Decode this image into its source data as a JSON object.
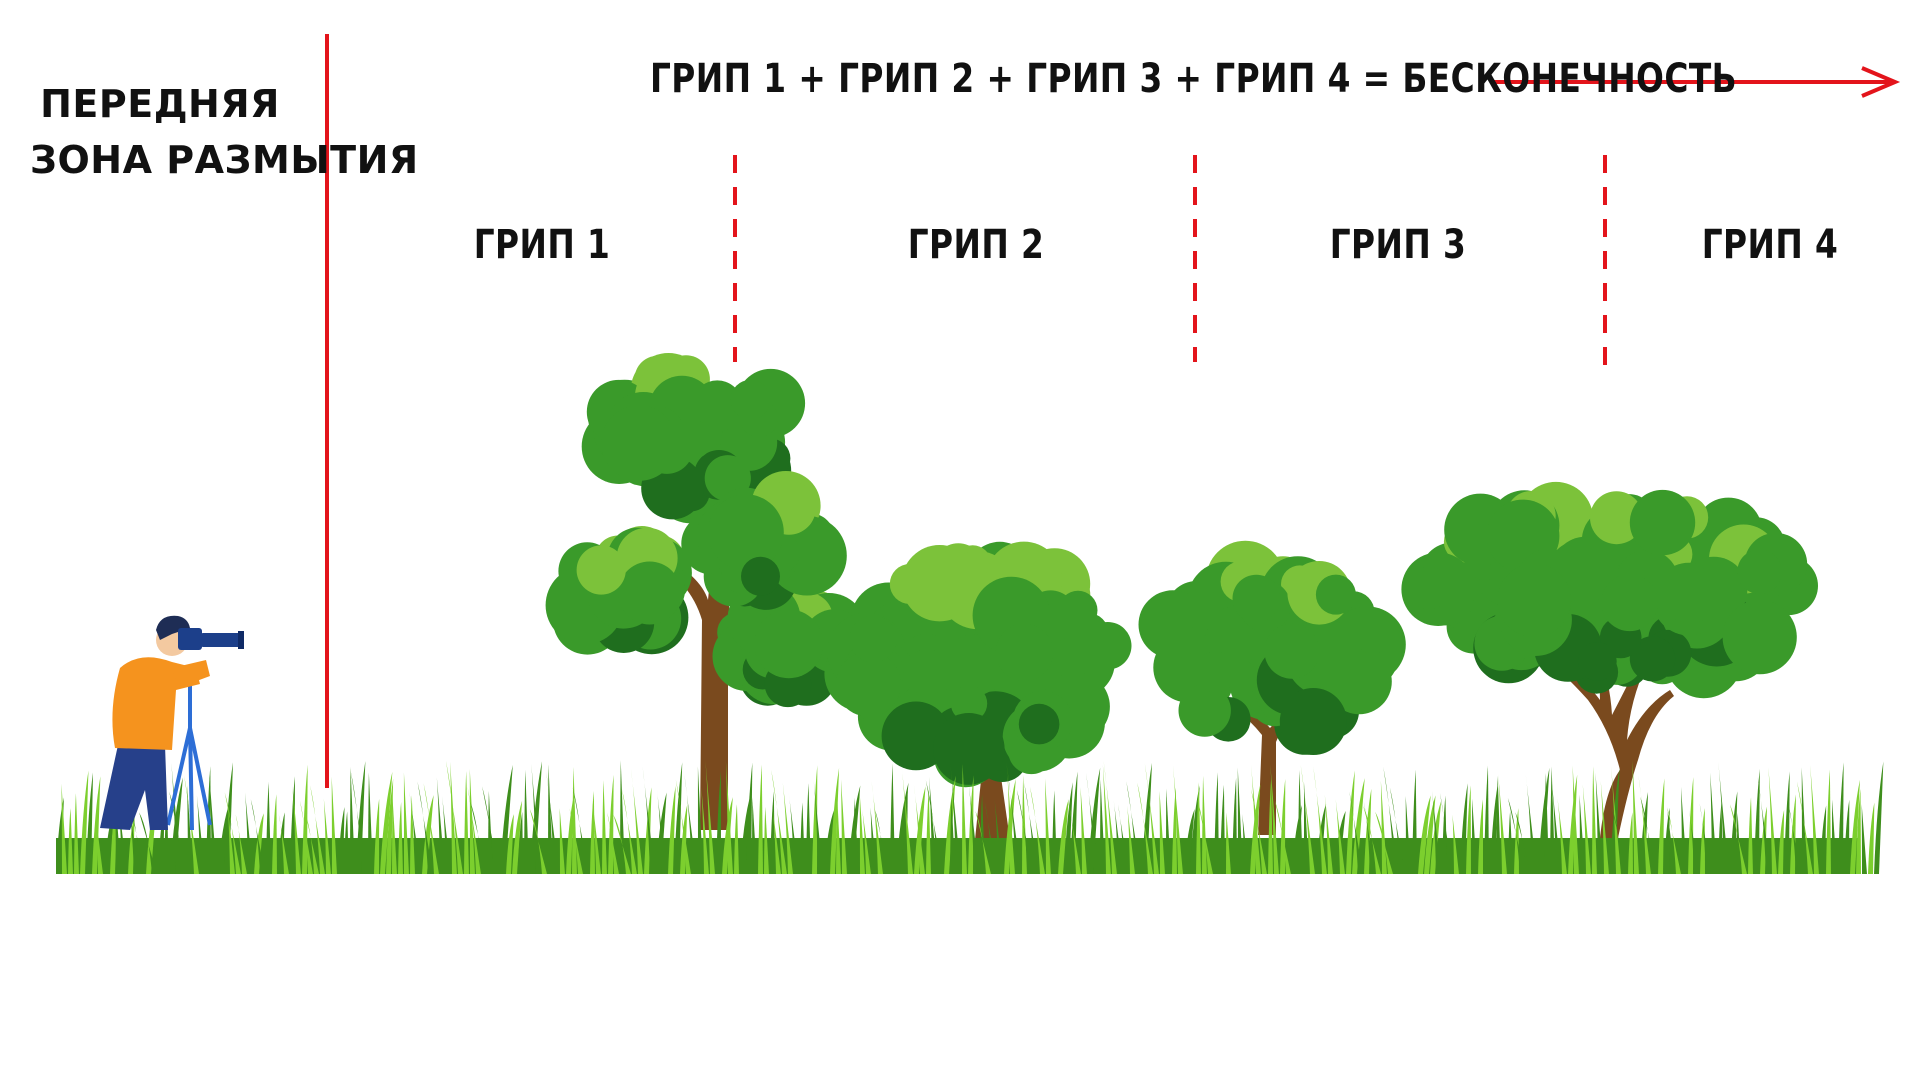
{
  "front_zone": {
    "line1": "ПЕРЕДНЯЯ",
    "line2": "ЗОНА РАЗМЫТИЯ"
  },
  "formula": "ГРИП 1 + ГРИП 2 + ГРИП 3 + ГРИП 4 = БЕСКОНЕЧНОСТЬ",
  "zones": [
    {
      "label": "ГРИП 1"
    },
    {
      "label": "ГРИП 2"
    },
    {
      "label": "ГРИП 3"
    },
    {
      "label": "ГРИП 4"
    }
  ],
  "colors": {
    "accent_red": "#e3141b",
    "grass_dark": "#3e8e1c",
    "grass_light": "#7ccf2e",
    "foliage_dark": "#1f6e1e",
    "foliage_mid": "#3a9a2a",
    "foliage_light": "#7cc23a",
    "trunk": "#7a4a1e",
    "shirt": "#f5931e",
    "pants": "#26408a",
    "tripod": "#2d6ed6",
    "camera": "#1c3f8a"
  }
}
